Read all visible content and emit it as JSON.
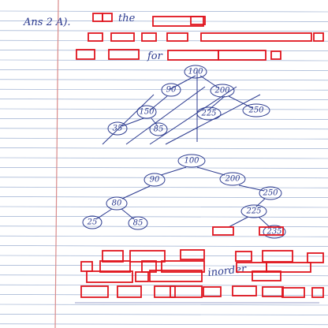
{
  "page": {
    "ink_color": "#2b3a8f",
    "rule_color": "#8aa0c8",
    "margin_color": "#d98a8a",
    "redaction_color": "#e0141e"
  },
  "notes": {
    "answer_label": "Ans 2 A).",
    "line1_visible": "the",
    "line3_visible": "for"
  },
  "tree1": {
    "nodes": [
      "100",
      "90",
      "200",
      "150",
      "85",
      "225",
      "250",
      "35"
    ]
  },
  "tree2": {
    "nodes": [
      "100",
      "90",
      "200",
      "80",
      "250",
      "225",
      "85",
      "25",
      "235"
    ]
  },
  "bottom_text": {
    "visible_word": "inorder"
  }
}
